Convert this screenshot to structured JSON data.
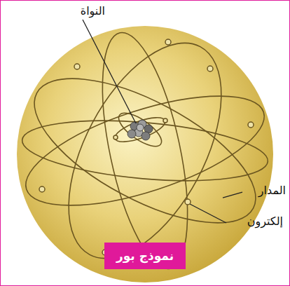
{
  "diagram": {
    "nodes": [
      {
        "text": [
          "نموذج بور"
        ]
      }
    ],
    "labels": [
      "النواة",
      "المدار",
      "إلكترون"
    ]
  }
}
